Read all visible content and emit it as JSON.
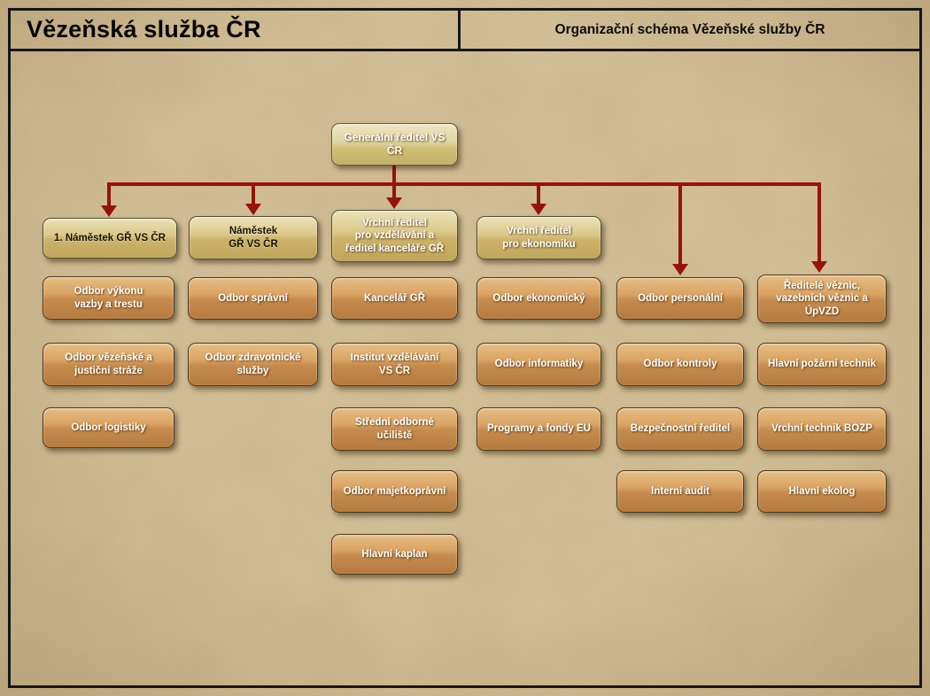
{
  "header": {
    "title": "Vězeňská služba ČR",
    "subtitle": "Organizační schéma Vězeňské služby ČR"
  },
  "colors": {
    "background": "#d9c59d",
    "connector_red": "#96130a",
    "orange_box_top": "#e7bc82",
    "orange_box_bottom": "#b57a40",
    "khaki_box_top": "#ece2b8",
    "khaki_box_bottom": "#c0a65c"
  },
  "org": {
    "root": "Generální ředitel VS\nČR",
    "deputies": [
      "1. Náměstek GŘ VS ČR",
      "Náměstek\nGŘ VS ČR",
      "Vrchní ředitel\npro vzdělávání a\nředitel kanceláře GŘ",
      "Vrchní ředitel\npro ekonomiku"
    ],
    "col1": [
      "Odbor výkonu\nvazby a trestu",
      "Odbor vězeňské a\njustiční stráže",
      "Odbor logistiky"
    ],
    "col2": [
      "Odbor správní",
      "Odbor zdravotnické\nslužby"
    ],
    "col3": [
      "Kancelář GŘ",
      "Institut vzdělávání\nVS ČR",
      "Střední odborné\nučiliště",
      "Odbor majetkoprávní",
      "Hlavní kaplan"
    ],
    "col4": [
      "Odbor ekonomický",
      "Odbor informatiky",
      "Programy a fondy EU"
    ],
    "col5": [
      "Odbor personální",
      "Odbor kontroly",
      "Bezpečnostní ředitel",
      "Interní audit"
    ],
    "col6": [
      "Ředitelé věznic,\nvazebních věznic a\nÚpVZD",
      "Hlavní požární technik",
      "Vrchní technik BOZP",
      "Hlavní ekolog"
    ]
  }
}
